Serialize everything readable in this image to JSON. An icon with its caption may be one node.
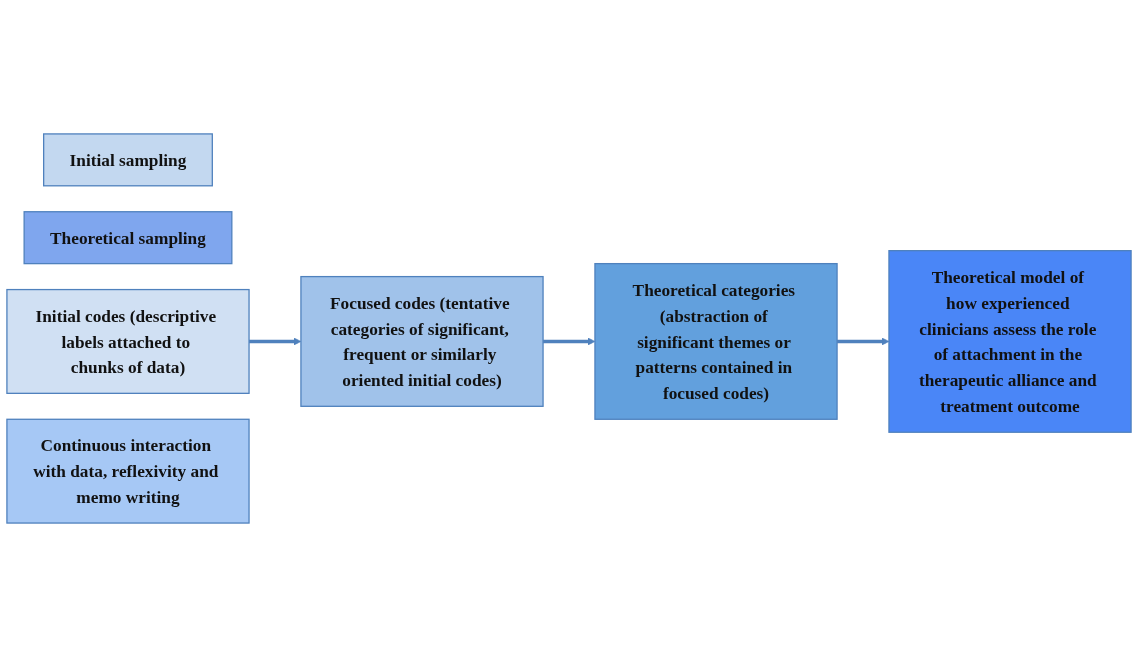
{
  "diagram": {
    "nodes": [
      {
        "text": [
          "Initial sampling"
        ]
      },
      {
        "text": [
          "Theoretical sampling"
        ]
      },
      {
        "text": [
          "Initial codes (descriptive labels attached to chunks of data)"
        ]
      },
      {
        "text": [
          "Focused codes (tentative categories of significant, frequent or similarly oriented initial codes)"
        ]
      },
      {
        "text": [
          "Theoretical categories (abstraction of significant themes or patterns contained in focused codes)"
        ]
      },
      {
        "text": [
          "Theoretical model of how experienced clinicians assess the role of attachment in the therapeutic alliance and treatment outcome"
        ]
      },
      {
        "text": [
          "Continuous interaction with data, reflexivity and memo writing"
        ]
      }
    ],
    "edges": [
      {
        "from": 2,
        "to": 3,
        "arrow": "to"
      },
      {
        "from": 3,
        "to": 4,
        "arrow": "to"
      },
      {
        "from": 4,
        "to": 5,
        "arrow": "to"
      }
    ]
  }
}
